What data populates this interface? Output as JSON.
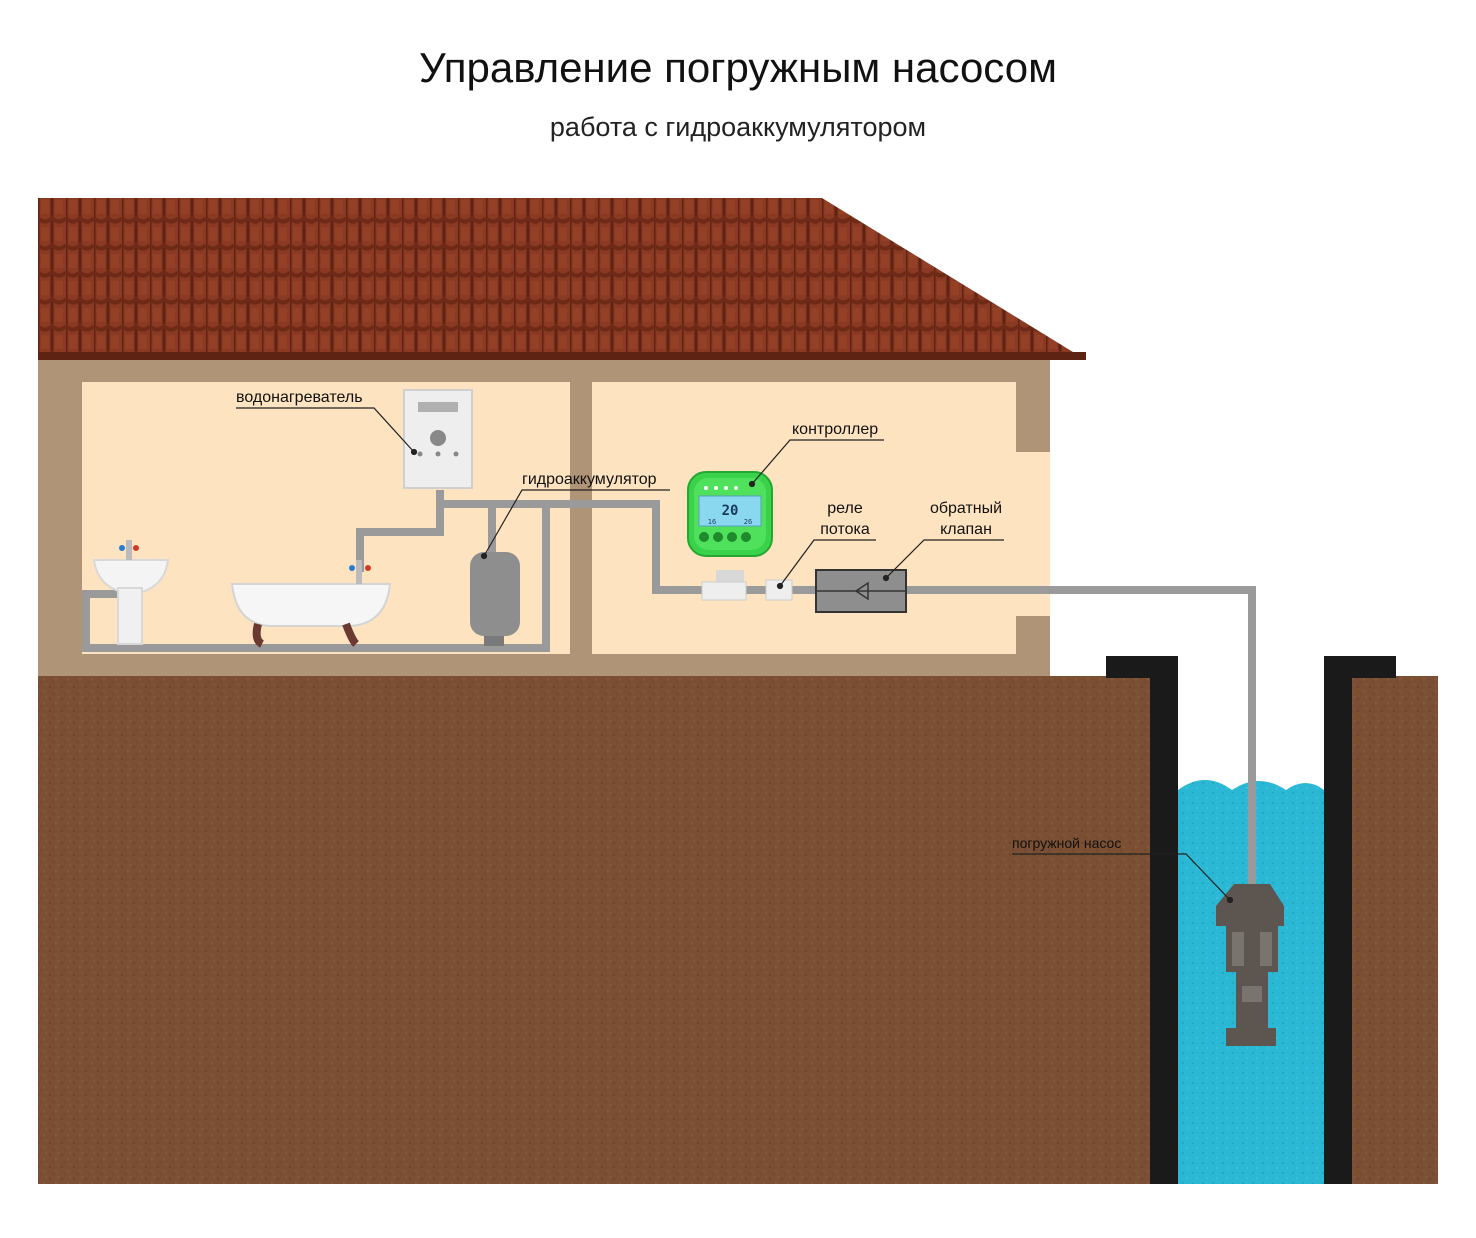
{
  "title": "Управление погружным насосом",
  "subtitle": "работа с гидроаккумулятором",
  "labels": {
    "water_heater": "водонагреватель",
    "accumulator": "гидроаккумулятор",
    "controller": "контроллер",
    "flow_relay_line1": "реле",
    "flow_relay_line2": "потока",
    "check_valve_line1": "обратный",
    "check_valve_line2": "клапан",
    "submersible_pump": "погружной насос"
  },
  "controller_display": {
    "main_value": "20",
    "left_value": "16",
    "right_value": "26"
  },
  "colors": {
    "roof": "#8a3a22",
    "roof_dark": "#5e2312",
    "wall": "#b09478",
    "room": "#fde3bf",
    "soil": "#7a4f33",
    "pipe": "#9a9a9a",
    "water": "#2bb8d4",
    "casing": "#1a1a1a",
    "controller_green": "#3ad24a"
  }
}
